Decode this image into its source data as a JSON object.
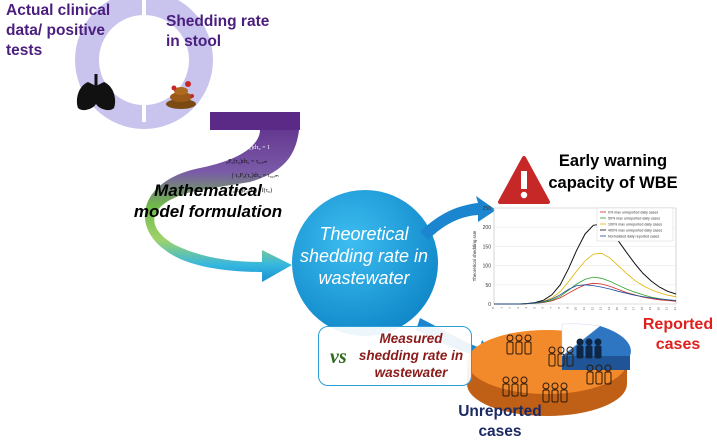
{
  "labels": {
    "clinical": "Actual clinical data/ positive tests",
    "shedding_stool": "Shedding rate in stool",
    "math_model": "Mathematical model formulation",
    "theoretical": "Theoretical shedding rate in wastewater",
    "vs": "vs",
    "measured": "Measured shedding rate in wastewater",
    "early_warning": "Early warning capacity of WBE",
    "reported": "Reported cases",
    "unreported": "Unreported cases"
  },
  "equations": [
    "∫₀ f(τ₀)dτ₀ = 1",
    "∫ P₀(τ₀)dτ₀ = 1",
    "₀P₀(τ₀)dτ₀ = τ₀,ₑₘ",
    "∫ τ₀P₀(τ₀)dτ₀ = τ₀,ₑₘ",
    "∫ P₀(τ₀)P₀(τ₀) ∫ f(τ₀)"
  ],
  "colors": {
    "ring": "#c8c4ec",
    "purple_text": "#4b1e7e",
    "ball": "#1ea7e1",
    "arrow": "#1b8fd0",
    "pie_orange": "#f2892b",
    "pie_blue": "#2e75c2",
    "warning_red": "#c62828"
  },
  "chart_data": {
    "type": "line",
    "ylabel": "Theoretical shedding rate",
    "ylim": [
      0,
      250
    ],
    "yticks": [
      0,
      50,
      100,
      150,
      200,
      250
    ],
    "x": [
      0,
      1,
      2,
      3,
      4,
      5,
      6,
      7,
      8,
      9,
      10,
      11,
      12,
      13,
      14,
      15,
      16,
      17,
      18,
      19,
      20,
      21,
      22
    ],
    "series": [
      {
        "name": "0% max unreported daily cases",
        "color": "#d62728",
        "values": [
          0,
          0,
          0,
          0,
          1,
          2,
          4,
          8,
          16,
          28,
          40,
          50,
          54,
          52,
          46,
          38,
          30,
          24,
          18,
          14,
          11,
          9,
          7
        ]
      },
      {
        "name": "50% max unreported daily cases",
        "color": "#2ca02c",
        "values": [
          0,
          0,
          0,
          0,
          1,
          2,
          5,
          10,
          20,
          36,
          52,
          64,
          70,
          67,
          59,
          49,
          39,
          31,
          24,
          18,
          14,
          11,
          9
        ]
      },
      {
        "name": "100% max unreported daily cases",
        "color": "#e3b400",
        "values": [
          0,
          0,
          0,
          0,
          1,
          3,
          7,
          16,
          32,
          58,
          86,
          112,
          130,
          132,
          120,
          100,
          80,
          62,
          48,
          37,
          29,
          23,
          19
        ]
      },
      {
        "name": "400% max unreported daily cases",
        "color": "#111111",
        "values": [
          0,
          0,
          0,
          0,
          1,
          4,
          10,
          24,
          50,
          92,
          140,
          182,
          205,
          208,
          192,
          165,
          135,
          106,
          80,
          60,
          44,
          33,
          26
        ]
      },
      {
        "name": "Normalized daily reported cases",
        "color": "#1f4e9a",
        "values": [
          0,
          0,
          0,
          0,
          1,
          3,
          6,
          13,
          24,
          38,
          48,
          50,
          48,
          44,
          39,
          33,
          28,
          23,
          19,
          16,
          13,
          11,
          9
        ]
      }
    ]
  }
}
